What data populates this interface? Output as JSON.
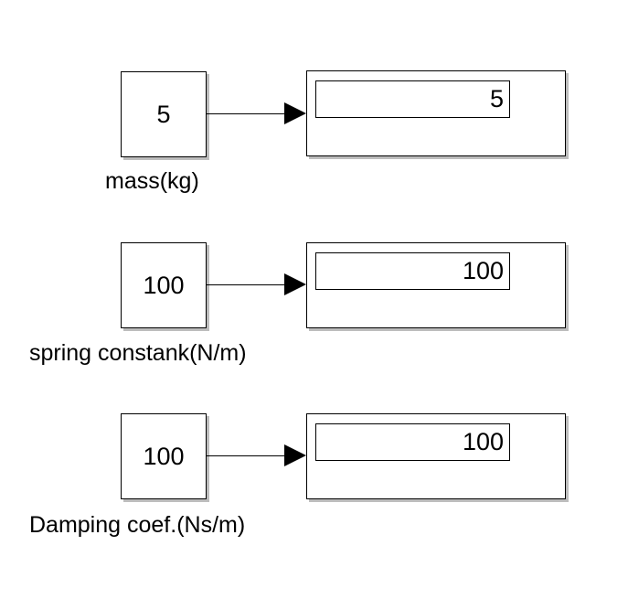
{
  "blocks": [
    {
      "constant_value": "5",
      "label": "mass(kg)",
      "display_value": "5"
    },
    {
      "constant_value": "100",
      "label": "spring constank(N/m)",
      "display_value": "100"
    },
    {
      "constant_value": "100",
      "label": "Damping coef.(Ns/m)",
      "display_value": "100"
    }
  ]
}
